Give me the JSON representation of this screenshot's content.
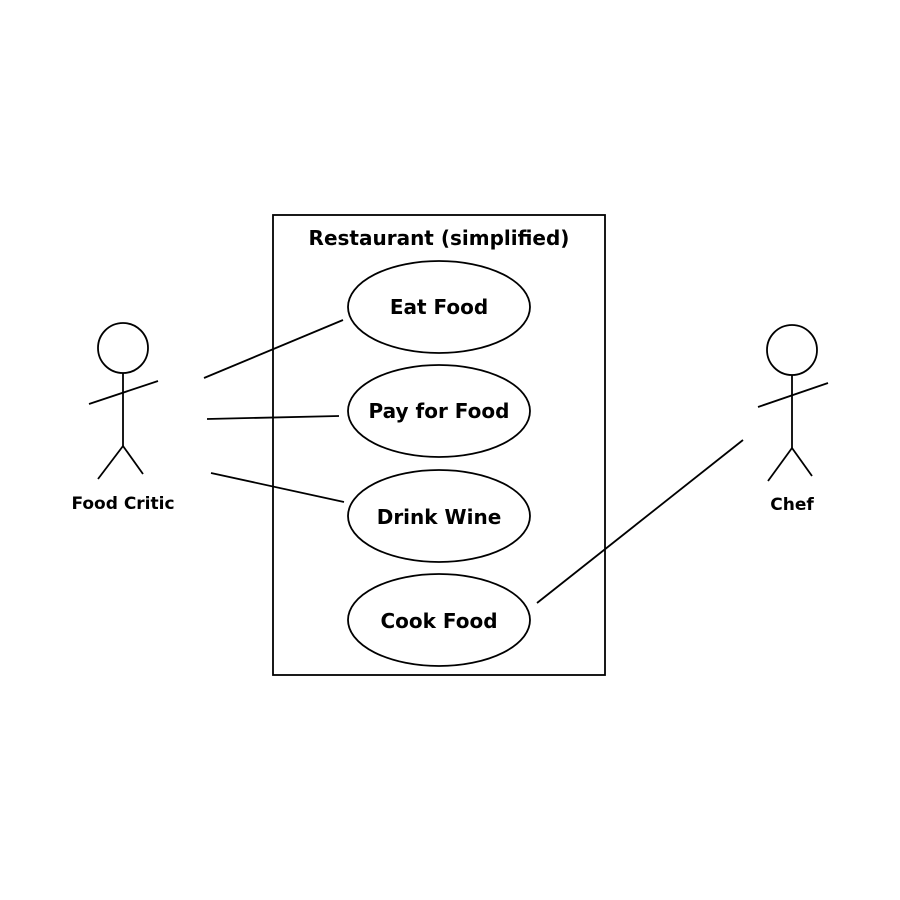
{
  "system": {
    "title": "Restaurant (simplified)"
  },
  "use_cases": {
    "eat_food": "Eat Food",
    "pay_for_food": "Pay for Food",
    "drink_wine": "Drink Wine",
    "cook_food": "Cook Food"
  },
  "actors": {
    "food_critic": "Food Critic",
    "chef": "Chef"
  },
  "associations": [
    {
      "actor": "Food Critic",
      "use_case": "Eat Food"
    },
    {
      "actor": "Food Critic",
      "use_case": "Pay for Food"
    },
    {
      "actor": "Food Critic",
      "use_case": "Drink Wine"
    },
    {
      "actor": "Chef",
      "use_case": "Cook Food"
    }
  ],
  "colors": {
    "stroke": "#000000",
    "background": "#ffffff"
  }
}
